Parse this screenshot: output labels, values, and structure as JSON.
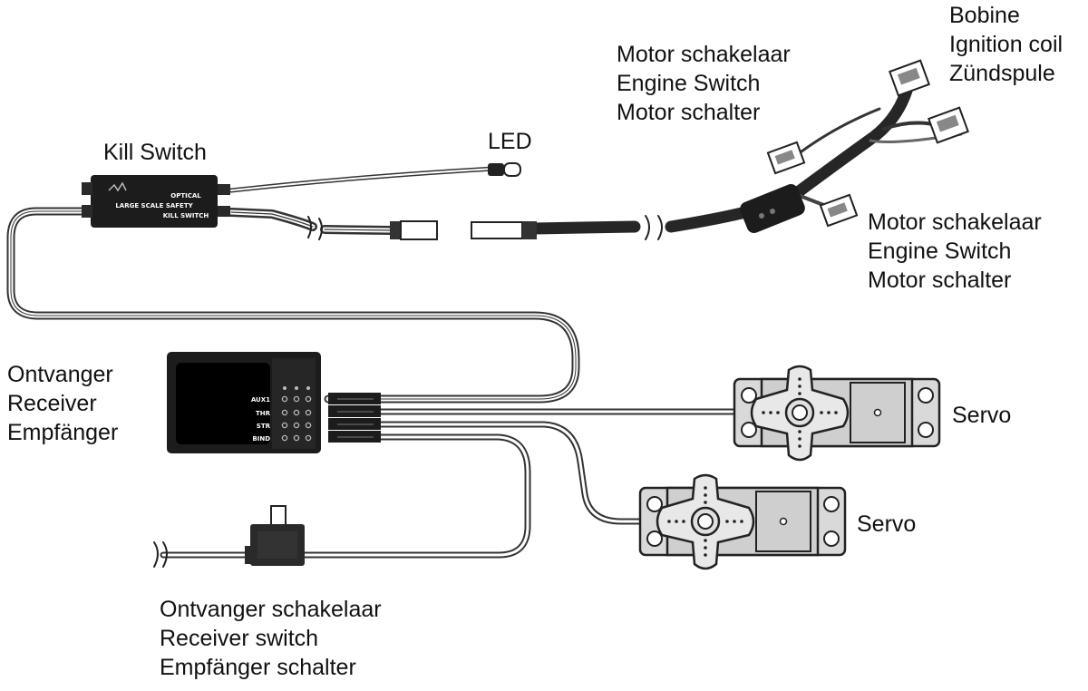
{
  "labels": {
    "kill_switch": "Kill Switch",
    "led": "LED",
    "engine_switch_top": [
      "Motor schakelaar",
      "Engine Switch",
      "Motor schalter"
    ],
    "ignition_coil": [
      "Bobine",
      "Ignition coil",
      "Zündspule"
    ],
    "engine_switch_right": [
      "Motor schakelaar",
      "Engine Switch",
      "Motor schalter"
    ],
    "receiver": [
      "Ontvanger",
      "Receiver",
      "Empfänger"
    ],
    "servo_1": "Servo",
    "servo_2": "Servo",
    "receiver_switch": [
      "Ontvanger schakelaar",
      "Receiver switch",
      "Empfänger schalter"
    ]
  },
  "kill_switch_device": {
    "line1": "OPTICAL",
    "line2": "LARGE SCALE SAFETY",
    "line3": "KILL SWITCH"
  },
  "receiver_device": {
    "ports": [
      "AUX1",
      "THR",
      "STR",
      "BIND"
    ]
  },
  "colors": {
    "device_body": "#1c1c1c",
    "cable_outline": "#333333",
    "servo_fill": "#d9d9d9"
  },
  "icons": [
    "kill-switch-module",
    "led-plug",
    "ignition-harness",
    "receiver-box",
    "servo",
    "receiver-switch"
  ]
}
